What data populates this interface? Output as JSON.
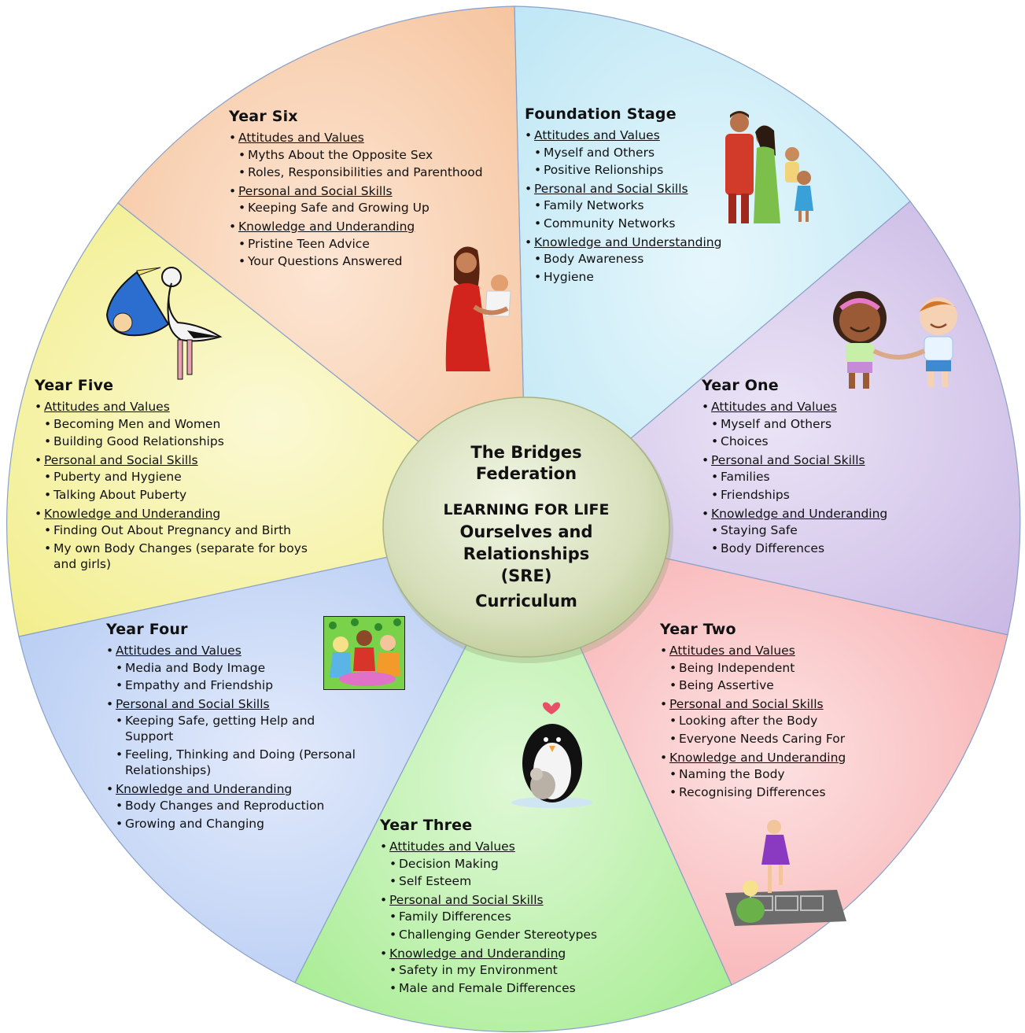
{
  "center": {
    "line1": "The Bridges",
    "line2": "Federation",
    "line3": "LEARNING FOR LIFE",
    "line4": "Ourselves and",
    "line5": "Relationships",
    "line6": "(SRE)",
    "line7": "Curriculum"
  },
  "colors": {
    "foundation": "#cdeef8",
    "year_one": "#d9cdec",
    "year_two": "#fbc7c8",
    "year_three": "#b8f0a8",
    "year_four": "#c6d6f6",
    "year_five": "#f6f3a6",
    "year_six": "#f8d2b3",
    "hub": "#d3ddb6"
  },
  "segments": {
    "foundation": {
      "title": "Foundation Stage",
      "groups": [
        {
          "heading": "Attitudes and Values",
          "items": [
            "Myself and Others",
            "Positive Relionships"
          ]
        },
        {
          "heading": "Personal and Social Skills",
          "items": [
            "Family Networks",
            "Community Networks"
          ]
        },
        {
          "heading": "Knowledge and Understanding",
          "items": [
            "Body Awareness",
            "Hygiene"
          ]
        }
      ]
    },
    "year_one": {
      "title": "Year One",
      "groups": [
        {
          "heading": "Attitudes and Values",
          "items": [
            "Myself and Others",
            "Choices"
          ]
        },
        {
          "heading": "Personal and Social Skills",
          "items": [
            "Families",
            "Friendships"
          ]
        },
        {
          "heading": "Knowledge and Underanding",
          "items": [
            "Staying Safe",
            "Body Differences"
          ]
        }
      ]
    },
    "year_two": {
      "title": "Year Two",
      "groups": [
        {
          "heading": "Attitudes and Values",
          "items": [
            "Being Independent",
            "Being Assertive"
          ]
        },
        {
          "heading": "Personal and Social Skills",
          "items": [
            "Looking after the Body",
            "Everyone Needs Caring For"
          ]
        },
        {
          "heading": "Knowledge and Underanding",
          "items": [
            "Naming the Body",
            "Recognising Differences"
          ]
        }
      ]
    },
    "year_three": {
      "title": "Year Three",
      "groups": [
        {
          "heading": "Attitudes and Values",
          "items": [
            "Decision Making",
            "Self Esteem"
          ]
        },
        {
          "heading": "Personal and Social Skills",
          "items": [
            "Family Differences",
            "Challenging Gender Stereotypes"
          ]
        },
        {
          "heading": "Knowledge and Underanding",
          "items": [
            "Safety in my Environment",
            "Male and Female Differences"
          ]
        }
      ]
    },
    "year_four": {
      "title": "Year Four",
      "groups": [
        {
          "heading": "Attitudes and Values",
          "items": [
            "Media and Body Image",
            "Empathy and Friendship"
          ]
        },
        {
          "heading": "Personal and Social Skills",
          "items": [
            "Keeping Safe, getting Help and Support",
            "Feeling, Thinking and Doing (Personal Relationships)"
          ]
        },
        {
          "heading": "Knowledge and Underanding",
          "items": [
            "Body Changes and Reproduction",
            "Growing and Changing"
          ]
        }
      ]
    },
    "year_five": {
      "title": "Year Five",
      "groups": [
        {
          "heading": "Attitudes and Values",
          "items": [
            "Becoming Men and Women",
            "Building Good Relationships"
          ]
        },
        {
          "heading": "Personal and Social Skills",
          "items": [
            "Puberty and Hygiene",
            "Talking About Puberty"
          ]
        },
        {
          "heading": "Knowledge and Underanding",
          "items": [
            "Finding Out About Pregnancy and Birth",
            "My own Body Changes (separate for boys and girls)"
          ]
        }
      ]
    },
    "year_six": {
      "title": "Year Six",
      "groups": [
        {
          "heading": "Attitudes and Values",
          "items": [
            "Myths About the Opposite Sex",
            "Roles, Responsibilities and Parenthood"
          ]
        },
        {
          "heading": "Personal and Social Skills",
          "items": [
            "Keeping Safe and Growing Up"
          ]
        },
        {
          "heading": "Knowledge and Underanding",
          "items": [
            "Pristine Teen Advice",
            "Your Questions Answered"
          ]
        }
      ]
    }
  },
  "illustrations": [
    "family-icon",
    "children-holding-hands-icon",
    "hopscotch-girls-icon",
    "penguin-heart-icon",
    "friends-table-icon",
    "stork-baby-icon",
    "mother-baby-icon"
  ]
}
